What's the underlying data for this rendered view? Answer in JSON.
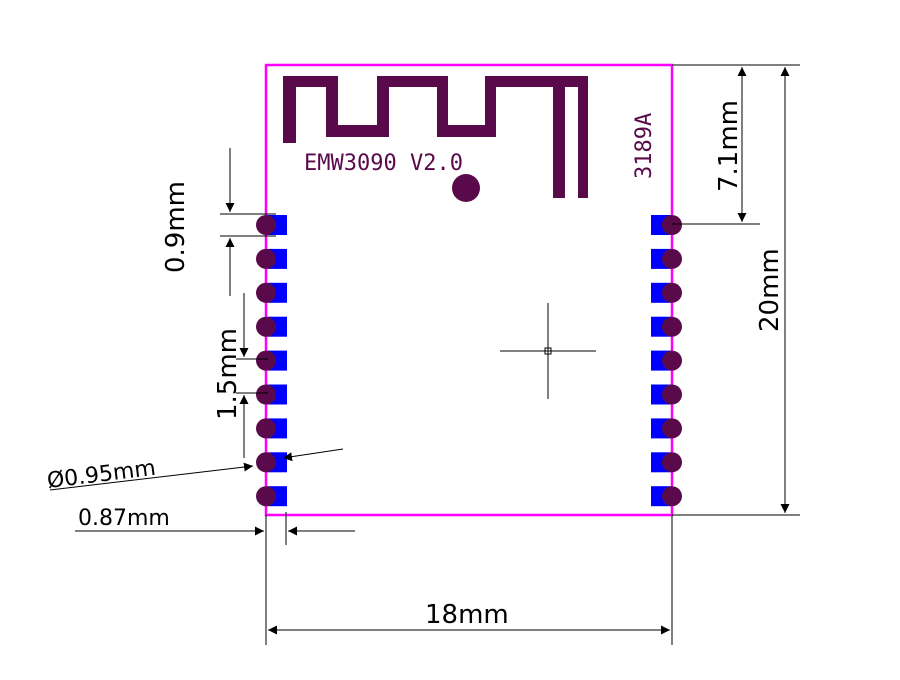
{
  "module": {
    "model_label": "EMW3090 V2.0",
    "part_code": "3189A",
    "outline_color": "#ff00ff",
    "silkscreen_color": "#5a0a4a",
    "pad_color": "#0000ff",
    "pin_count_per_side": 9
  },
  "dimensions": {
    "width": "18mm",
    "height": "20mm",
    "antenna_keepout": "7.1mm",
    "pin_pitch": "1.5mm",
    "first_pin_offset": "0.9mm",
    "pad_diameter": "Ø0.95mm",
    "pad_edge_offset": "0.87mm"
  }
}
